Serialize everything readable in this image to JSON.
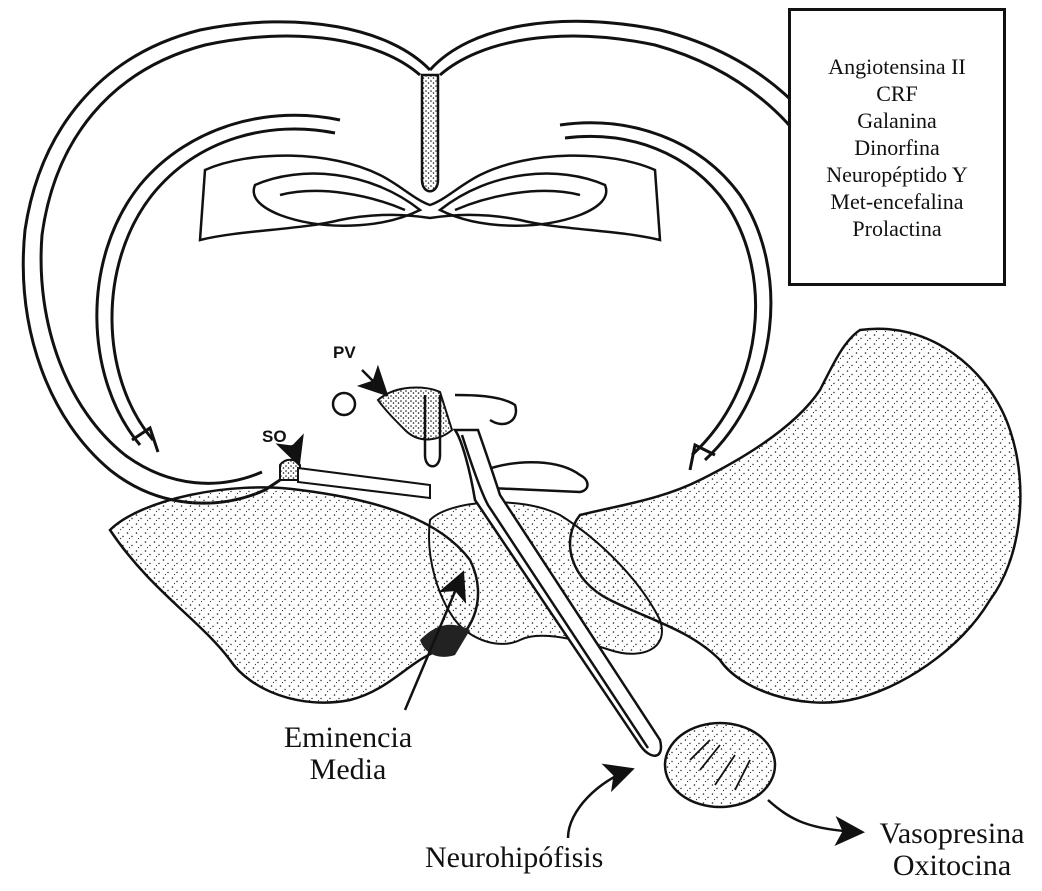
{
  "peptide_box": {
    "items": [
      "Angiotensina II",
      "CRF",
      "Galanina",
      "Dinorfina",
      "Neuropéptido Y",
      "Met-encefalina",
      "Prolactina"
    ]
  },
  "labels": {
    "pv": "PV",
    "so": "SO",
    "eminencia_line1": "Eminencia",
    "eminencia_line2": "Media",
    "neurohipofisis": "Neurohipófisis",
    "vasopresina": "Vasopresina",
    "oxitocina": "Oxitocina"
  }
}
